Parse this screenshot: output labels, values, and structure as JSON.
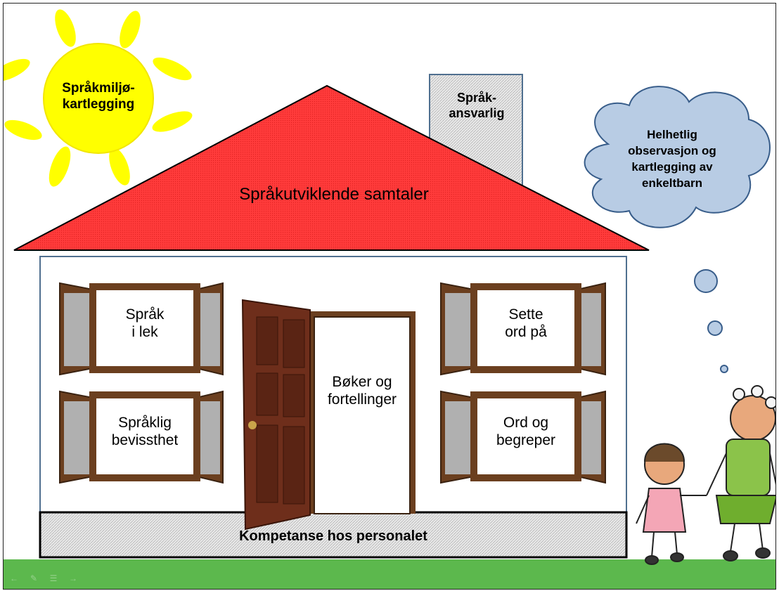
{
  "sun": {
    "label": "Språkmiljø-kartlegging",
    "line1": "Språkmiljø-",
    "line2": "kartlegging",
    "color": "#ffff00"
  },
  "chimney": {
    "line1": "Språk-",
    "line2": "ansvarlig"
  },
  "roof": {
    "label": "Språkutviklende samtaler",
    "color": "#ff3333"
  },
  "cloud": {
    "line1": "Helhetlig",
    "line2": "observasjon og",
    "line3": "kartlegging av",
    "line4": "enkeltbarn",
    "color": "#b8cce4"
  },
  "windows": [
    {
      "line1": "Språk",
      "line2": "i lek"
    },
    {
      "line1": "Språklig",
      "line2": "bevissthet"
    },
    {
      "line1": "Sette",
      "line2": "ord på"
    },
    {
      "line1": "Ord og",
      "line2": "begreper"
    }
  ],
  "door": {
    "line1": "Bøker og",
    "line2": "fortellinger"
  },
  "foundation": {
    "label": "Kompetanse hos personalet"
  },
  "ground": {
    "color": "#5cb84d"
  },
  "toolbar": {
    "icons": [
      "back-arrow-icon",
      "pen-icon",
      "menu-icon",
      "forward-arrow-icon"
    ]
  }
}
